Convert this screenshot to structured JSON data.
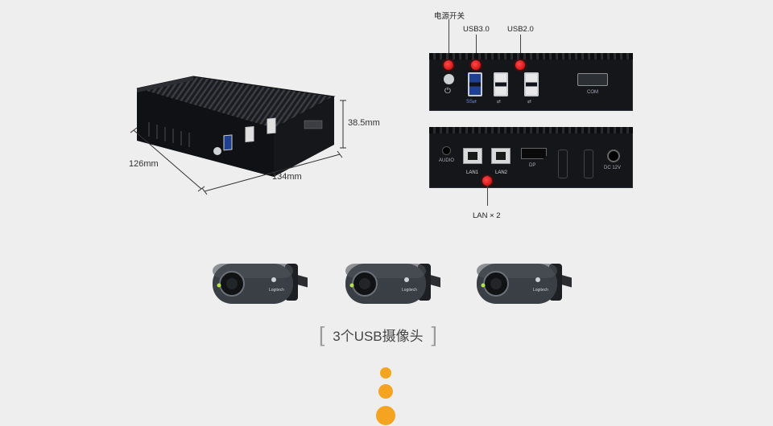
{
  "dimensions": {
    "height": "38.5mm",
    "depth": "126mm",
    "width": "134mm"
  },
  "callouts": {
    "power": "电源开关",
    "usb3": "USB3.0",
    "usb2": "USB2.0",
    "lan": "LAN × 2"
  },
  "front_panel": {
    "com": "COM",
    "ss_logo": "SS⇄",
    "usb_logo": "⇄"
  },
  "rear_panel": {
    "audio": "AUDIO",
    "lan1": "LAN1",
    "lan2": "LAN2",
    "dp": "DP",
    "dc": "DC 12V"
  },
  "webcam": {
    "brand": "Logitech",
    "count": 3
  },
  "caption": {
    "bracket_left": "[",
    "text": "3个USB摄像头",
    "bracket_right": "]"
  },
  "colors": {
    "accent_red": "#d40000",
    "accent_orange": "#f5a421",
    "usb3_blue": "#1f3f8f",
    "device_black": "#141619"
  }
}
